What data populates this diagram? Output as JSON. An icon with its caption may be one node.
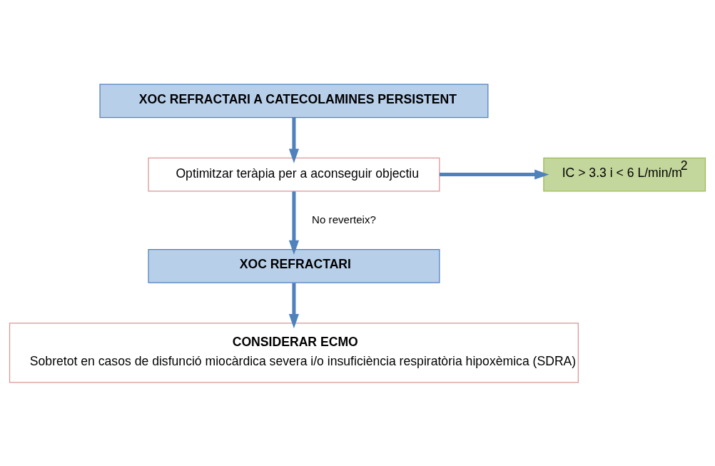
{
  "diagram": {
    "nodes": [
      {
        "text": [
          "XOC REFRACTARI A CATECOLAMINES PERSISTENT"
        ]
      },
      {
        "text": [
          "Optimitzar teràpia per a aconseguir objectiu"
        ]
      },
      {
        "text": [
          "IC > 3.3 i < 6 L/min/m$^{2}$"
        ]
      },
      {
        "text": [
          "XOC REFRACTARI"
        ]
      },
      {
        "text": [
          "CONSIDERAR ECMO",
          "Sobretot en casos de disfunció miocàrdica severa i/o insuficiència respiratòria hipoxèmica (SDRA)"
        ]
      }
    ],
    "edges": [
      {
        "from": 0,
        "to": 1,
        "arrow": "to"
      },
      {
        "from": 1,
        "to": 2,
        "arrow": "to"
      },
      {
        "from": 1,
        "to": 3,
        "arrow": "to",
        "label": "No reverteix?"
      },
      {
        "from": 3,
        "to": 4,
        "arrow": "to"
      }
    ]
  }
}
